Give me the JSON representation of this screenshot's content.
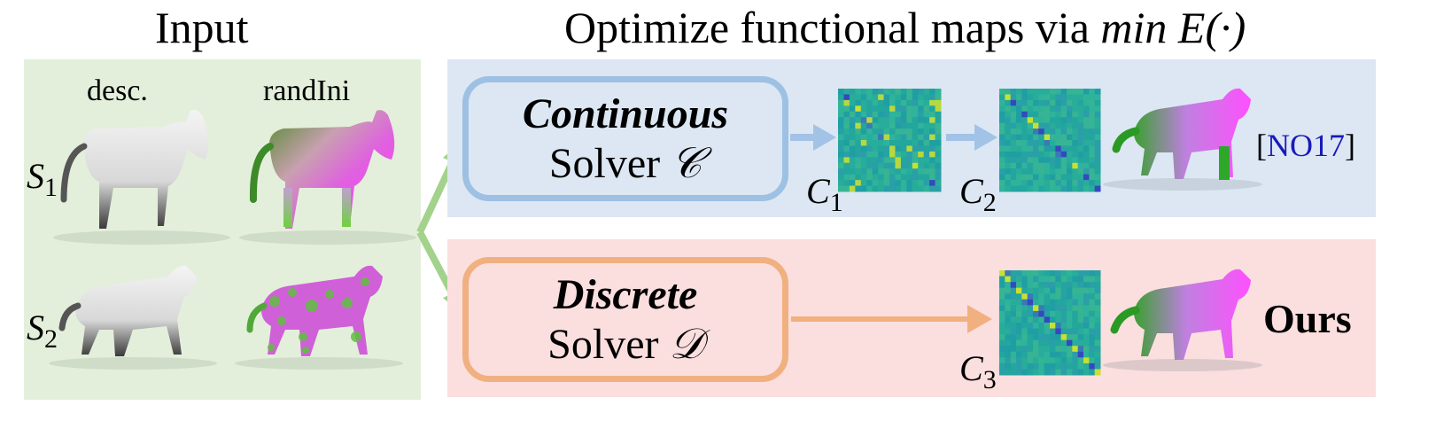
{
  "headers": {
    "input": "Input",
    "optimize_prefix": "Optimize functional maps via ",
    "optimize_math": "min E(·)"
  },
  "input_panel": {
    "col_desc": "desc.",
    "col_randini": "randIni",
    "row1": "S",
    "row1_sub": "1",
    "row2": "S",
    "row2_sub": "2"
  },
  "continuous": {
    "title": "Continuous",
    "solver_label": "Solver ",
    "solver_symbol": "𝒞",
    "matrix1": "C",
    "matrix1_sub": "1",
    "matrix2": "C",
    "matrix2_sub": "2",
    "citation_open": "[",
    "citation": "NO17",
    "citation_close": "]"
  },
  "discrete": {
    "title": "Discrete",
    "solver_label": "Solver ",
    "solver_symbol": "𝒟",
    "matrix3": "C",
    "matrix3_sub": "3",
    "result_label": "Ours"
  },
  "colors": {
    "input_bg": "#e3efdb",
    "continuous_bg": "#dce7f3",
    "discrete_bg": "#fbdfdf",
    "continuous_border": "#9dc0e3",
    "discrete_border": "#f0b080",
    "green_arrow": "#a3d28c",
    "blue_arrow": "#a2c3e6",
    "orange_arrow": "#f2b080",
    "matrix_base": "#20a8a0",
    "citation": "#1a1ab8"
  }
}
